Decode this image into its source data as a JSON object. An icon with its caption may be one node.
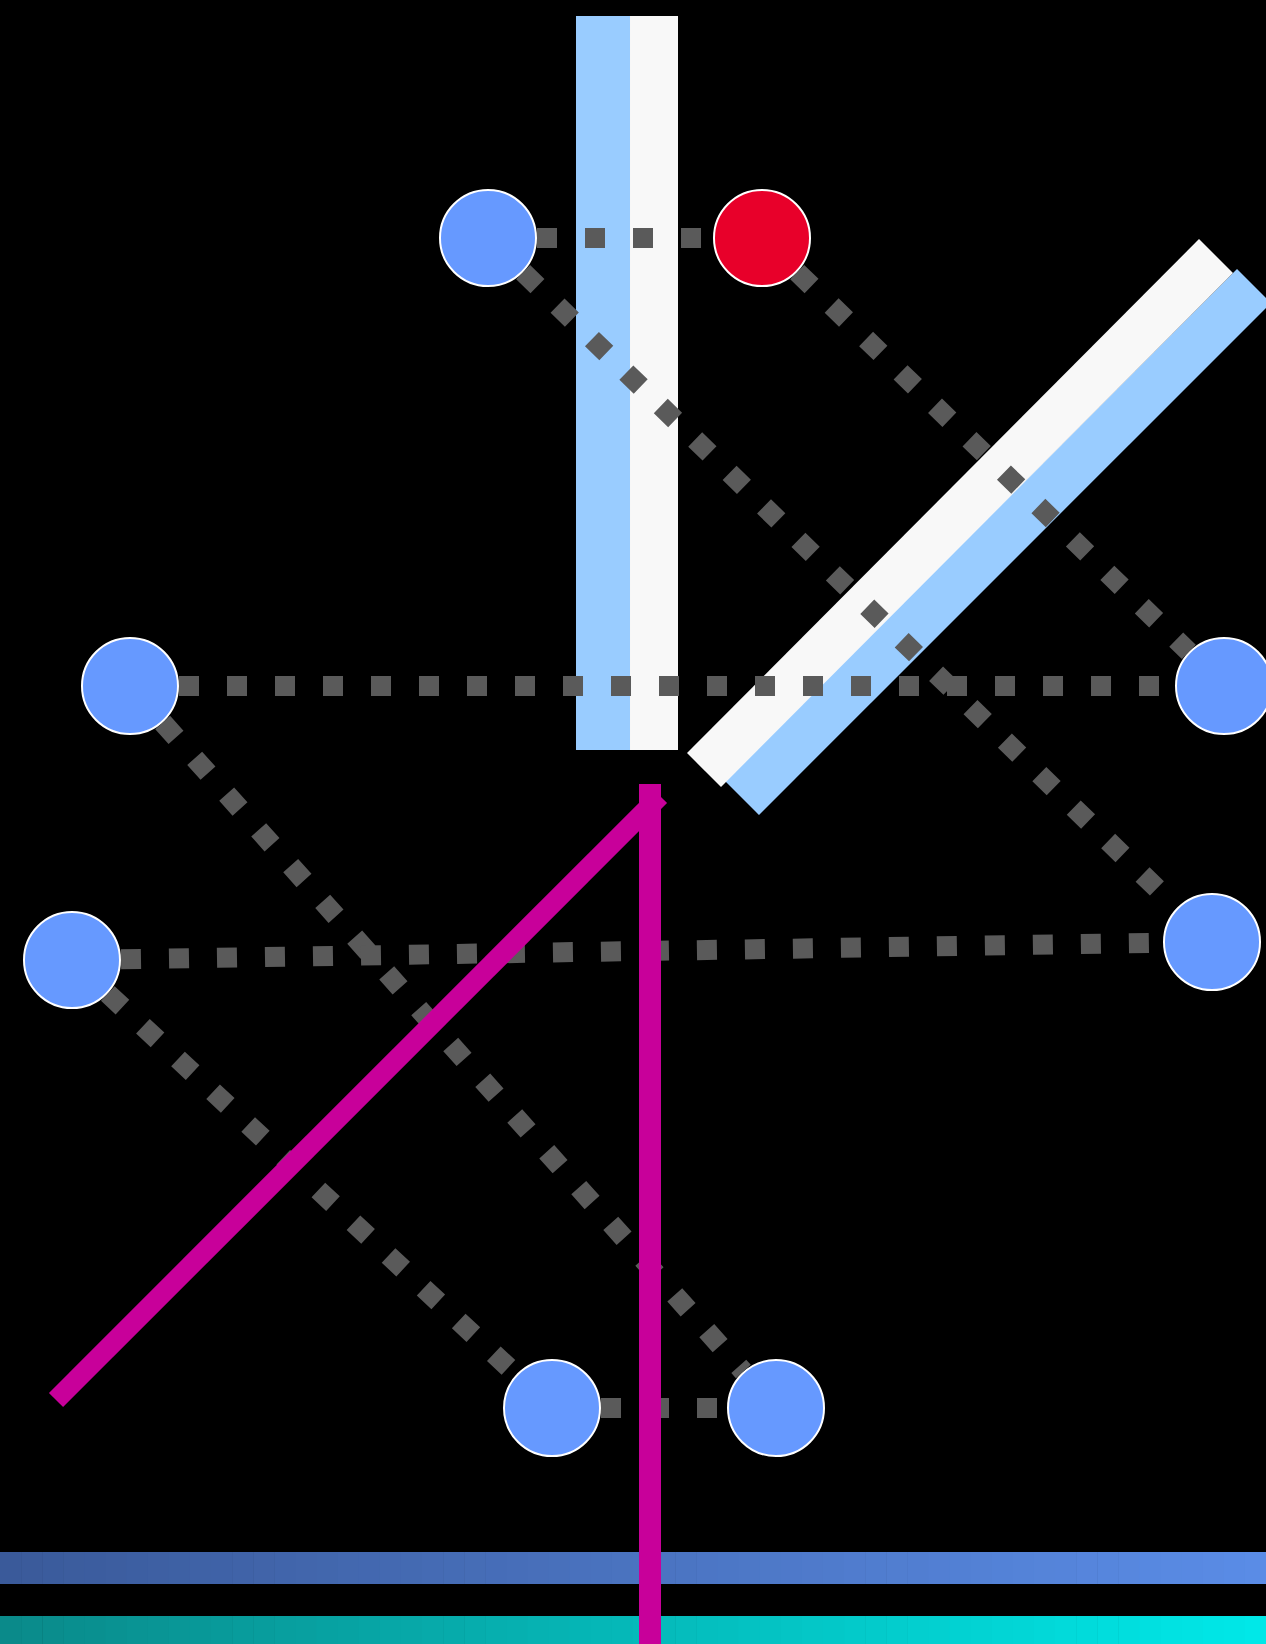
{
  "diagram": {
    "nodes": [
      {
        "text": [],
        "shape": "circle"
      },
      {
        "text": [],
        "shape": "circle"
      },
      {
        "text": [],
        "shape": "circle"
      },
      {
        "text": [],
        "shape": "circle"
      },
      {
        "text": [],
        "shape": "circle"
      },
      {
        "text": [],
        "shape": "circle"
      },
      {
        "text": [],
        "shape": "circle"
      },
      {
        "text": [],
        "shape": "circle"
      }
    ],
    "edges": [
      {
        "from": 0,
        "to": 1,
        "arrow": "none"
      },
      {
        "from": 0,
        "to": 5,
        "arrow": "none"
      },
      {
        "from": 1,
        "to": 3,
        "arrow": "none"
      },
      {
        "from": 2,
        "to": 3,
        "arrow": "none"
      },
      {
        "from": 2,
        "to": 7,
        "arrow": "none"
      },
      {
        "from": 4,
        "to": 5,
        "arrow": "none"
      },
      {
        "from": 4,
        "to": 6,
        "arrow": "none"
      },
      {
        "from": 6,
        "to": 7,
        "arrow": "none"
      }
    ]
  }
}
